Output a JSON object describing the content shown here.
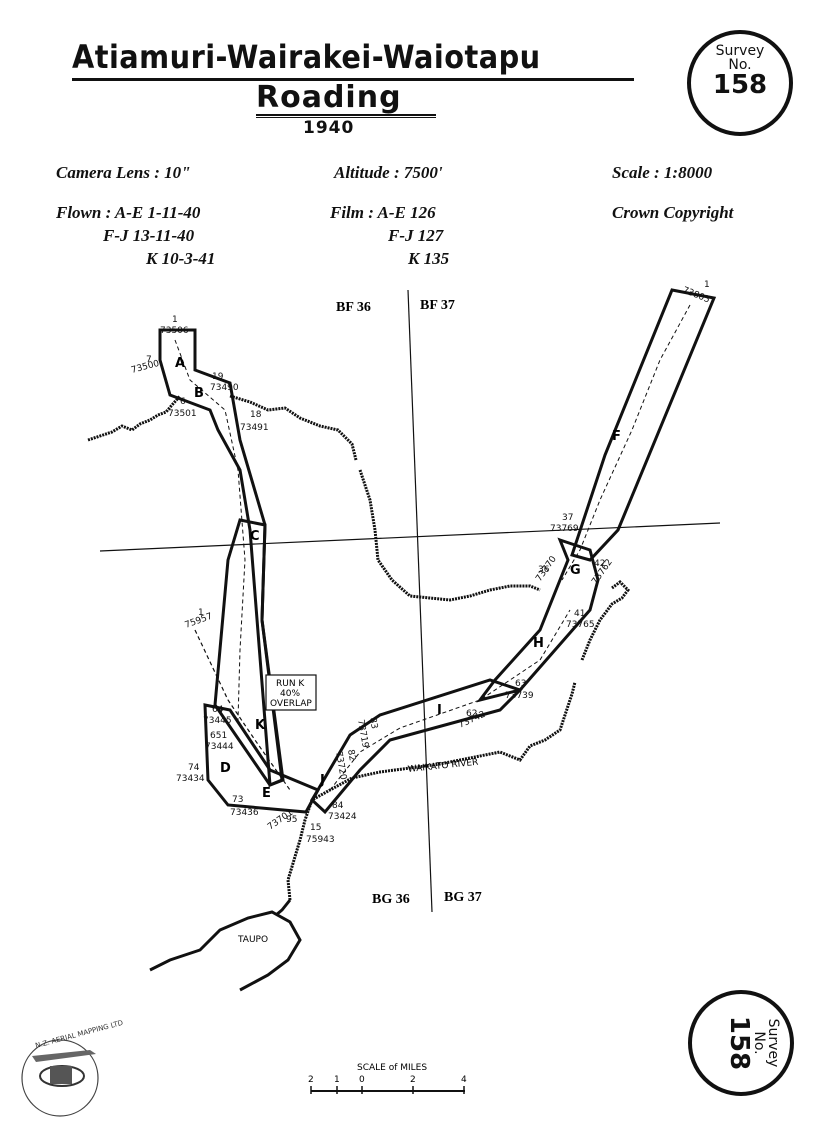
{
  "header": {
    "title_line1": "Atiamuri-Wairakei-Waiotapu",
    "title_line2": "Roading",
    "year": "1940"
  },
  "seal": {
    "word": "Survey",
    "no": "No.",
    "number": "158"
  },
  "info": {
    "camera_lens": "Camera Lens : 10\"",
    "altitude": "Altitude : 7500'",
    "scale": "Scale : 1:8000",
    "flown_1": "Flown : A-E  1-11-40",
    "flown_2": "F-J  13-11-40",
    "flown_3": "K  10-3-41",
    "film_1": "Film : A-E  126",
    "film_2": "F-J  127",
    "film_3": "K  135",
    "copyright": "Crown Copyright"
  },
  "grid_labels": {
    "bf36": "BF 36",
    "bf37": "BF 37",
    "bg36": "BG 36",
    "bg37": "BG 37"
  },
  "runs": [
    "A",
    "B",
    "C",
    "D",
    "E",
    "F",
    "G",
    "H",
    "I",
    "J",
    "K"
  ],
  "photo_labels": {
    "a_top": "1",
    "a_top_num": "73506",
    "a_left": "7",
    "a_left_num": "73500",
    "b_left": "6",
    "b_left_num": "73501",
    "b_right": "19",
    "b_right_num": "73490",
    "b_right2": "18",
    "b_right2_num": "73491",
    "k_top": "1",
    "k_top_num": "75957",
    "d_top": "64",
    "d_top_num": "73445",
    "d_mid": "651",
    "d_mid_num": "73444",
    "d_low": "74",
    "d_low_num": "73434",
    "e_low": "73",
    "e_low_num": "73436",
    "j_low": "95",
    "j_low_num": "73701",
    "k_low": "15",
    "k_low_num": "75943",
    "j_right": "84",
    "j_right_num": "73424",
    "f_top": "1",
    "f_top_num": "73805",
    "g_top": "37",
    "g_top_num": "73769",
    "g_left": "36",
    "g_left_num": "73770",
    "g_right": "42",
    "g_right_num": "73762",
    "h_right": "41",
    "h_right_num": "73765",
    "i_right": "63",
    "i_right_num": "73739",
    "i_low": "62",
    "i_low_num": "73742",
    "i_left": "83",
    "i_left_num": "73719",
    "j_mid": "82",
    "j_mid_num": "73720"
  },
  "run_k_note": [
    "RUN K",
    "40%",
    "OVERLAP"
  ],
  "place_labels": {
    "river": "WAIKATO RIVER",
    "lake": "TAUPO"
  },
  "scale_bar": {
    "title": "SCALE of MILES",
    "ticks": [
      "2",
      "1",
      "0",
      "2",
      "4"
    ]
  },
  "logo": {
    "text": "N.Z. AERIAL MAPPING LTD"
  }
}
